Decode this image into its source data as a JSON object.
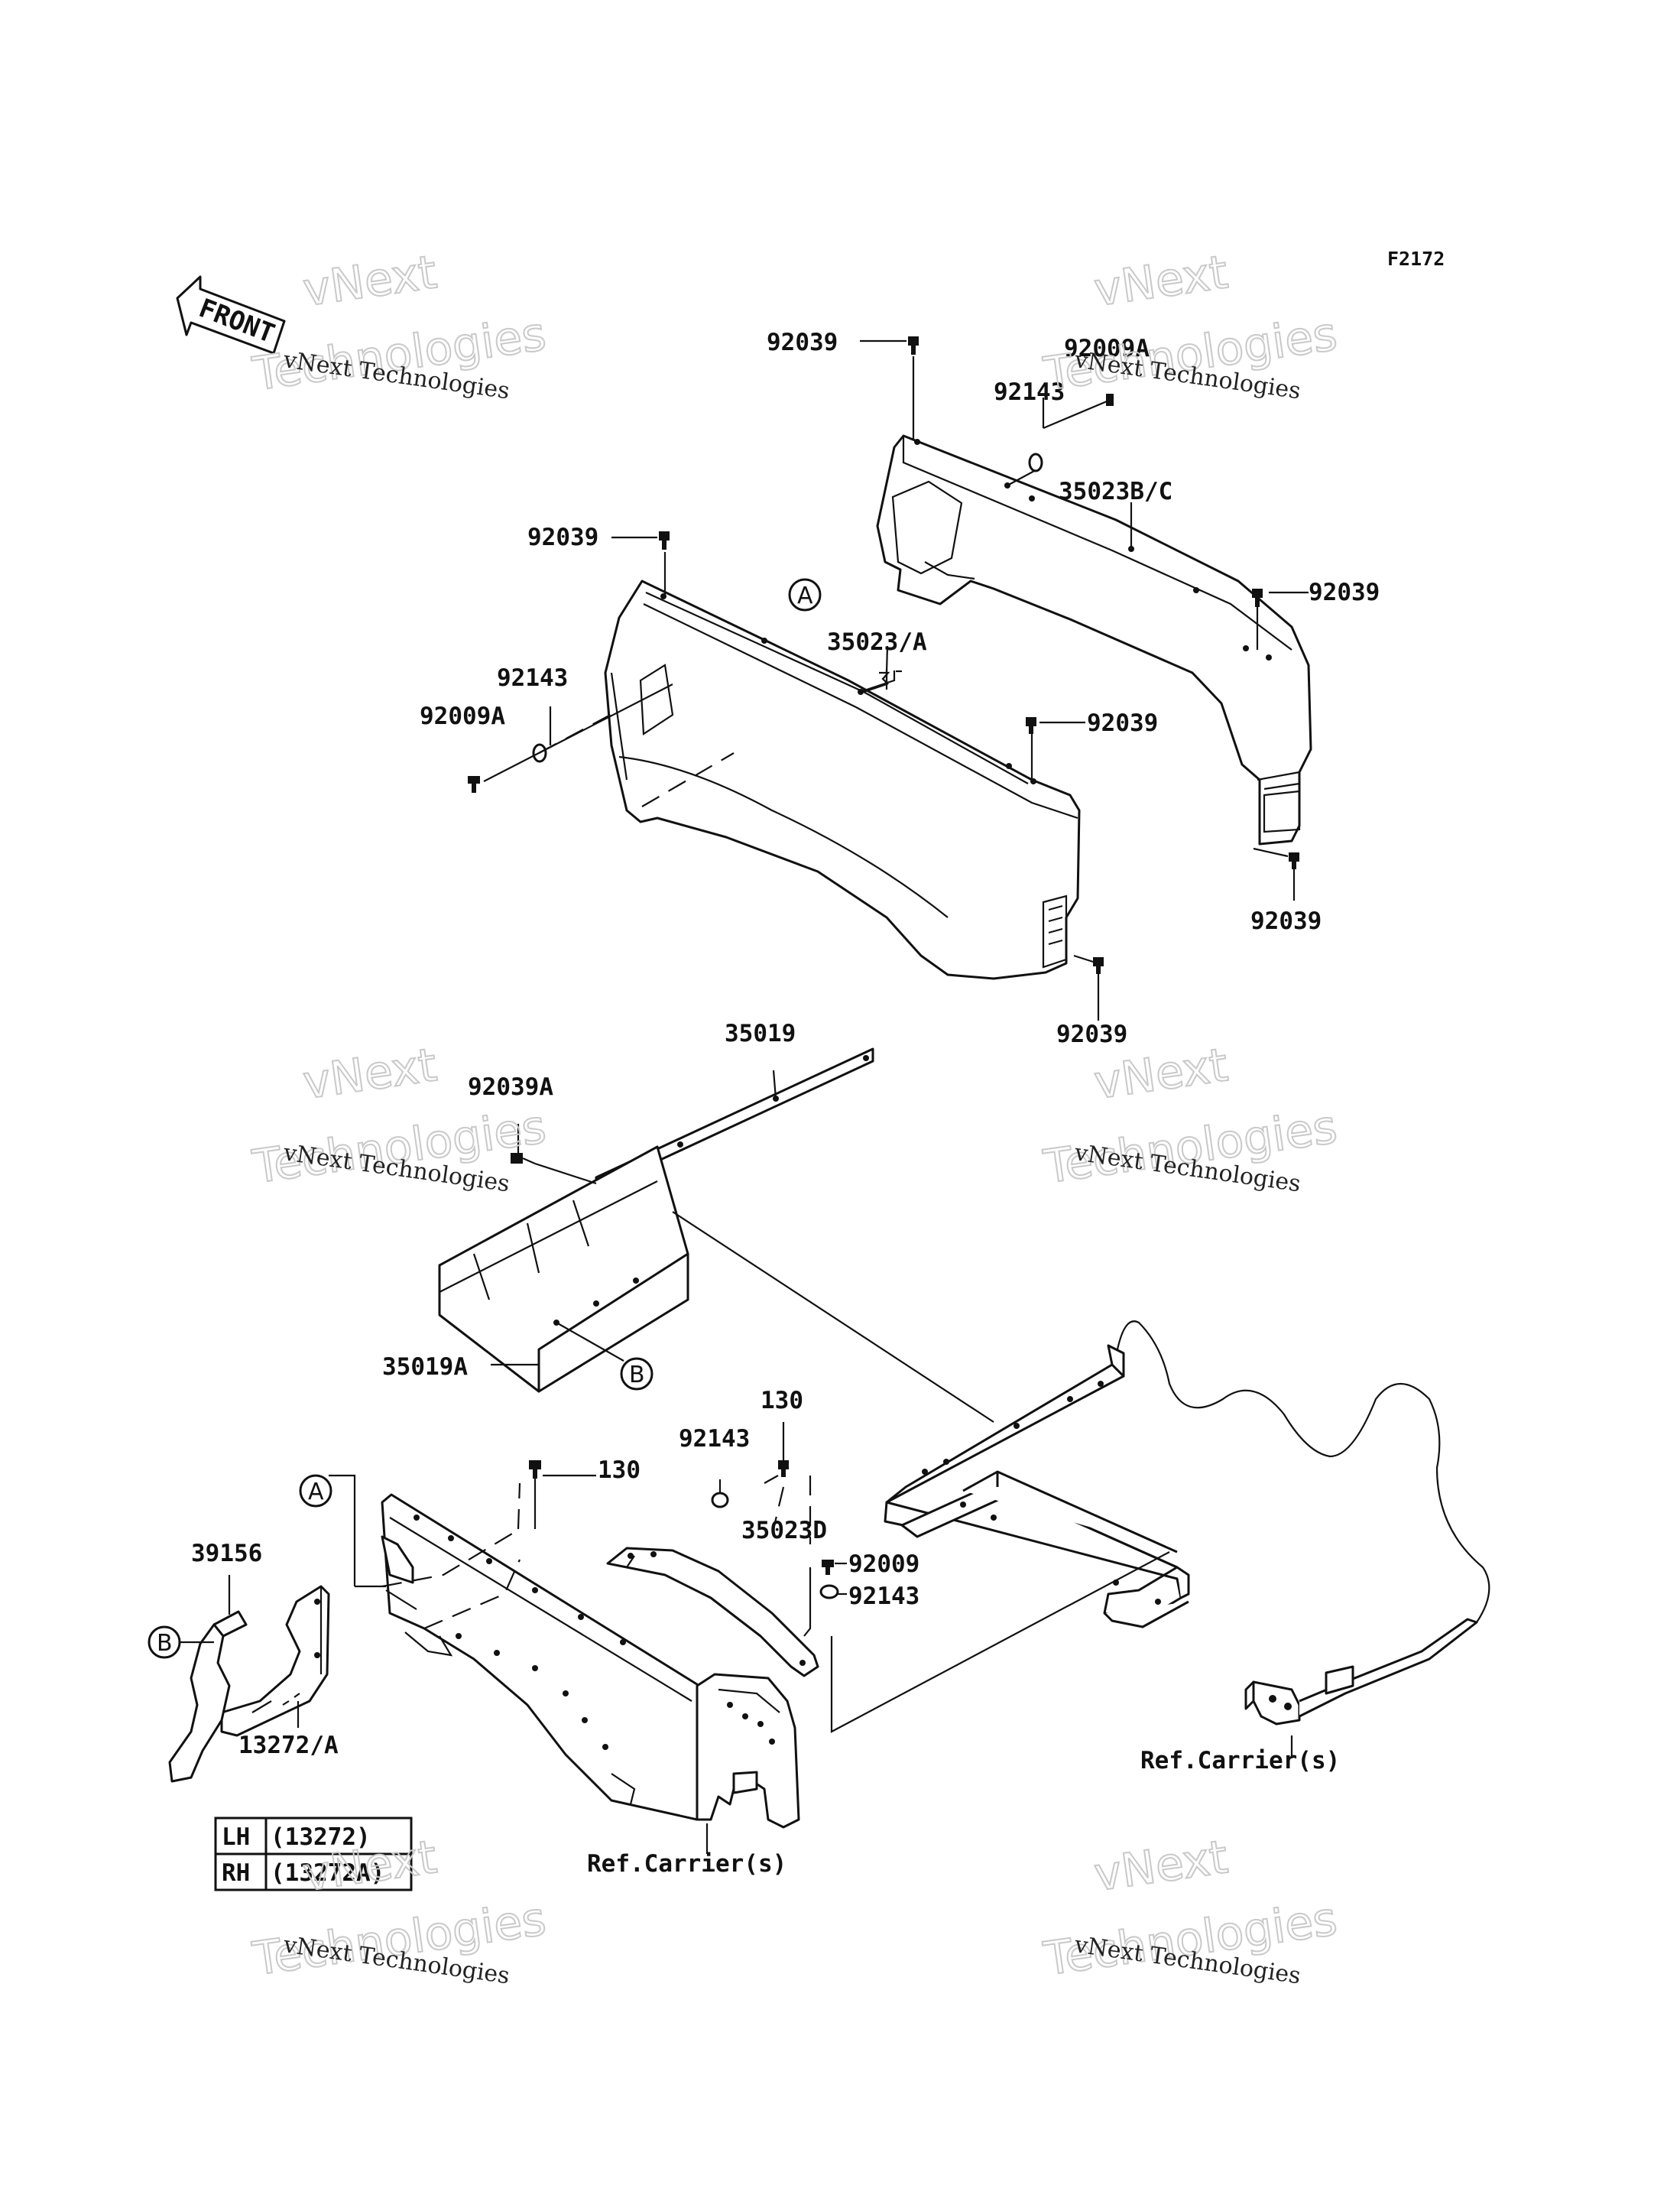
{
  "figure_code": "F2172",
  "front_label": "FRONT",
  "watermark": {
    "line1": "vNext Technologies",
    "line2": "Technologies",
    "line3": "vNext"
  },
  "labels": {
    "p92009A_top": "92009A",
    "p92039_top_right": "92039",
    "p92143_top_right": "92143",
    "p35023BC": "35023B/C",
    "p92039_right_mid": "92039",
    "p92039_right_bot": "92039",
    "p92039_left_top": "92039",
    "p35023A": "35023/A",
    "p92143_left": "92143",
    "p92009A_left": "92009A",
    "p92039_mid": "92039",
    "p92039_front_bot": "92039",
    "p35019": "35019",
    "p92039A": "92039A",
    "p35019A": "35019A",
    "p130_a": "130",
    "p92143_mid": "92143",
    "p130_b": "130",
    "p35023D": "35023D",
    "p92009": "92009",
    "p92143_low": "92143",
    "p39156": "39156",
    "p13272A": "13272/A",
    "ref_carrier_left": "Ref.Carrier(s)",
    "ref_carrier_right": "Ref.Carrier(s)"
  },
  "refs": {
    "a": "A",
    "b": "B"
  },
  "side_table": [
    {
      "side": "LH",
      "part": "(13272)"
    },
    {
      "side": "RH",
      "part": "(13272A)"
    }
  ]
}
